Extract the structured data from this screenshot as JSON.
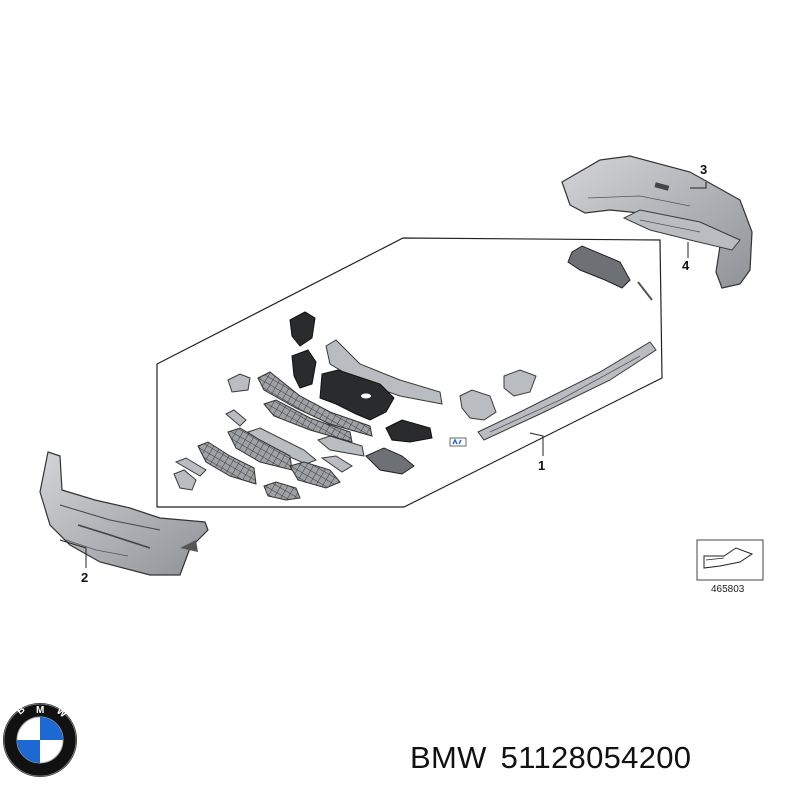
{
  "diagram": {
    "callouts": [
      {
        "id": "1",
        "label": "1"
      },
      {
        "id": "2",
        "label": "2"
      },
      {
        "id": "3",
        "label": "3"
      },
      {
        "id": "4",
        "label": "4"
      }
    ],
    "reference_number": "465803"
  },
  "caption": {
    "brand": "BMW",
    "part_number": "51128054200"
  },
  "logo": {
    "text": "BMW",
    "colors": {
      "blue": "#1c69d4",
      "ring": "#111111",
      "white": "#ffffff"
    }
  }
}
